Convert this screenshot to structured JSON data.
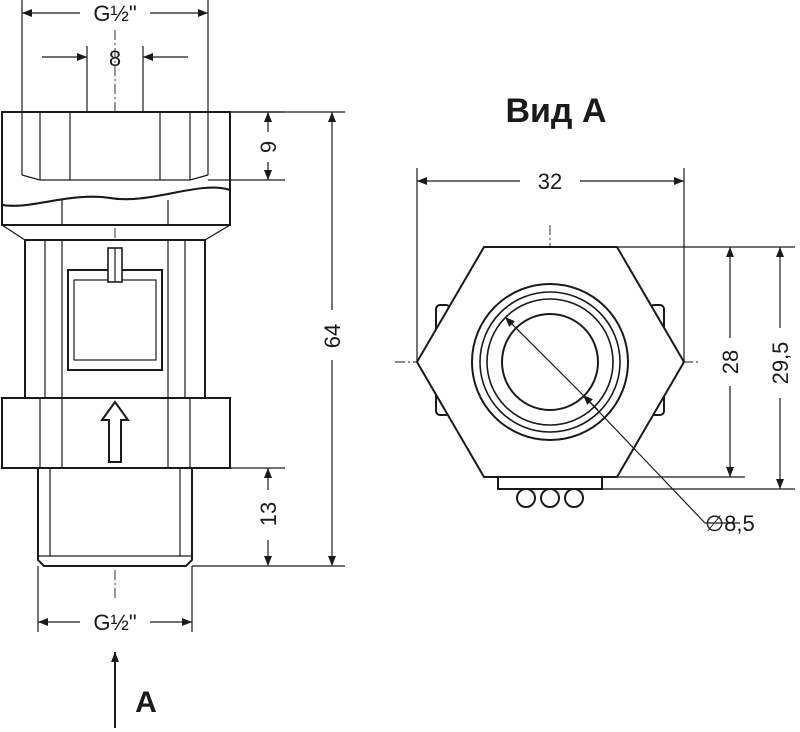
{
  "side_view": {
    "top_thread": "G½\"",
    "inner_width": "8",
    "top_depth": "9",
    "total_length": "64",
    "bottom_thread_length": "13",
    "bottom_thread": "G½\"",
    "view_marker": "A"
  },
  "view_a": {
    "title": "Вид А",
    "across_corners": "32",
    "across_flats": "28",
    "overall_height": "29,5",
    "bore": "∅8,5"
  }
}
